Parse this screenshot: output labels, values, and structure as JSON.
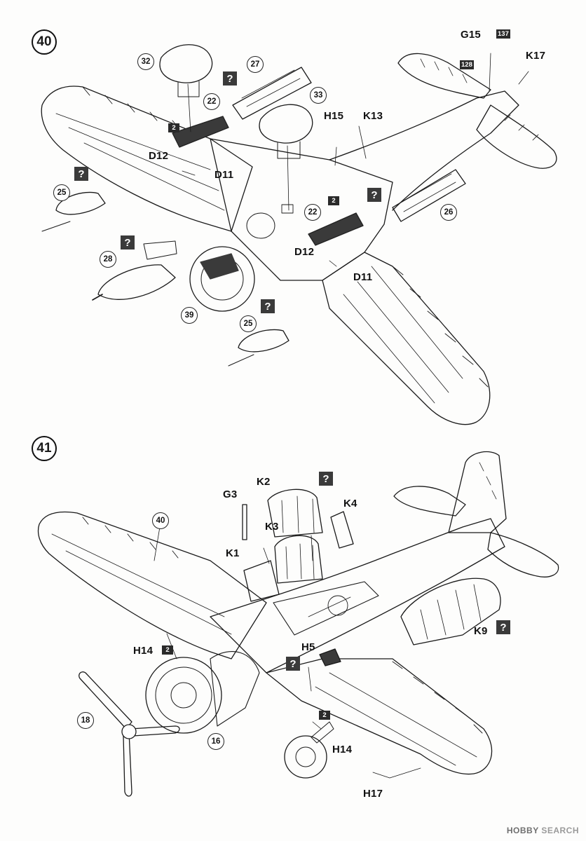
{
  "steps": [
    {
      "number": "40",
      "parts": [
        {
          "id": "32",
          "kind": "circle"
        },
        {
          "id": "27",
          "kind": "circle"
        },
        {
          "id": "22",
          "kind": "circle"
        },
        {
          "id": "33",
          "kind": "circle"
        },
        {
          "id": "25",
          "kind": "circle"
        },
        {
          "id": "28",
          "kind": "circle"
        },
        {
          "id": "39",
          "kind": "circle"
        },
        {
          "id": "26",
          "kind": "circle"
        },
        {
          "id": "22",
          "kind": "circle"
        },
        {
          "id": "25",
          "kind": "circle"
        },
        {
          "id": "D12",
          "kind": "text"
        },
        {
          "id": "D11",
          "kind": "text"
        },
        {
          "id": "D12",
          "kind": "text"
        },
        {
          "id": "D11",
          "kind": "text"
        },
        {
          "id": "H15",
          "kind": "text"
        },
        {
          "id": "K13",
          "kind": "text"
        },
        {
          "id": "G15",
          "kind": "text"
        },
        {
          "id": "K17",
          "kind": "text"
        }
      ],
      "count_badges": [
        "2",
        "2",
        "137",
        "128"
      ],
      "marks": [
        "?",
        "?",
        "?",
        "?",
        "?"
      ]
    },
    {
      "number": "41",
      "parts": [
        {
          "id": "G3",
          "kind": "text"
        },
        {
          "id": "K2",
          "kind": "text"
        },
        {
          "id": "K4",
          "kind": "text"
        },
        {
          "id": "40",
          "kind": "circle"
        },
        {
          "id": "K3",
          "kind": "text"
        },
        {
          "id": "K1",
          "kind": "text"
        },
        {
          "id": "K9",
          "kind": "text"
        },
        {
          "id": "H14",
          "kind": "text"
        },
        {
          "id": "H5",
          "kind": "text"
        },
        {
          "id": "18",
          "kind": "circle"
        },
        {
          "id": "16",
          "kind": "circle"
        },
        {
          "id": "H14",
          "kind": "text"
        },
        {
          "id": "H17",
          "kind": "text"
        }
      ],
      "count_badges": [
        "2",
        "2"
      ],
      "marks": [
        "?",
        "?",
        "?"
      ]
    }
  ],
  "watermark": {
    "brand": "HOBBY",
    "rest": "SEARCH"
  },
  "colors": {
    "line": "#1a1a1a",
    "part_dark": "#3a3a3a",
    "background": "#fdfdfc"
  }
}
